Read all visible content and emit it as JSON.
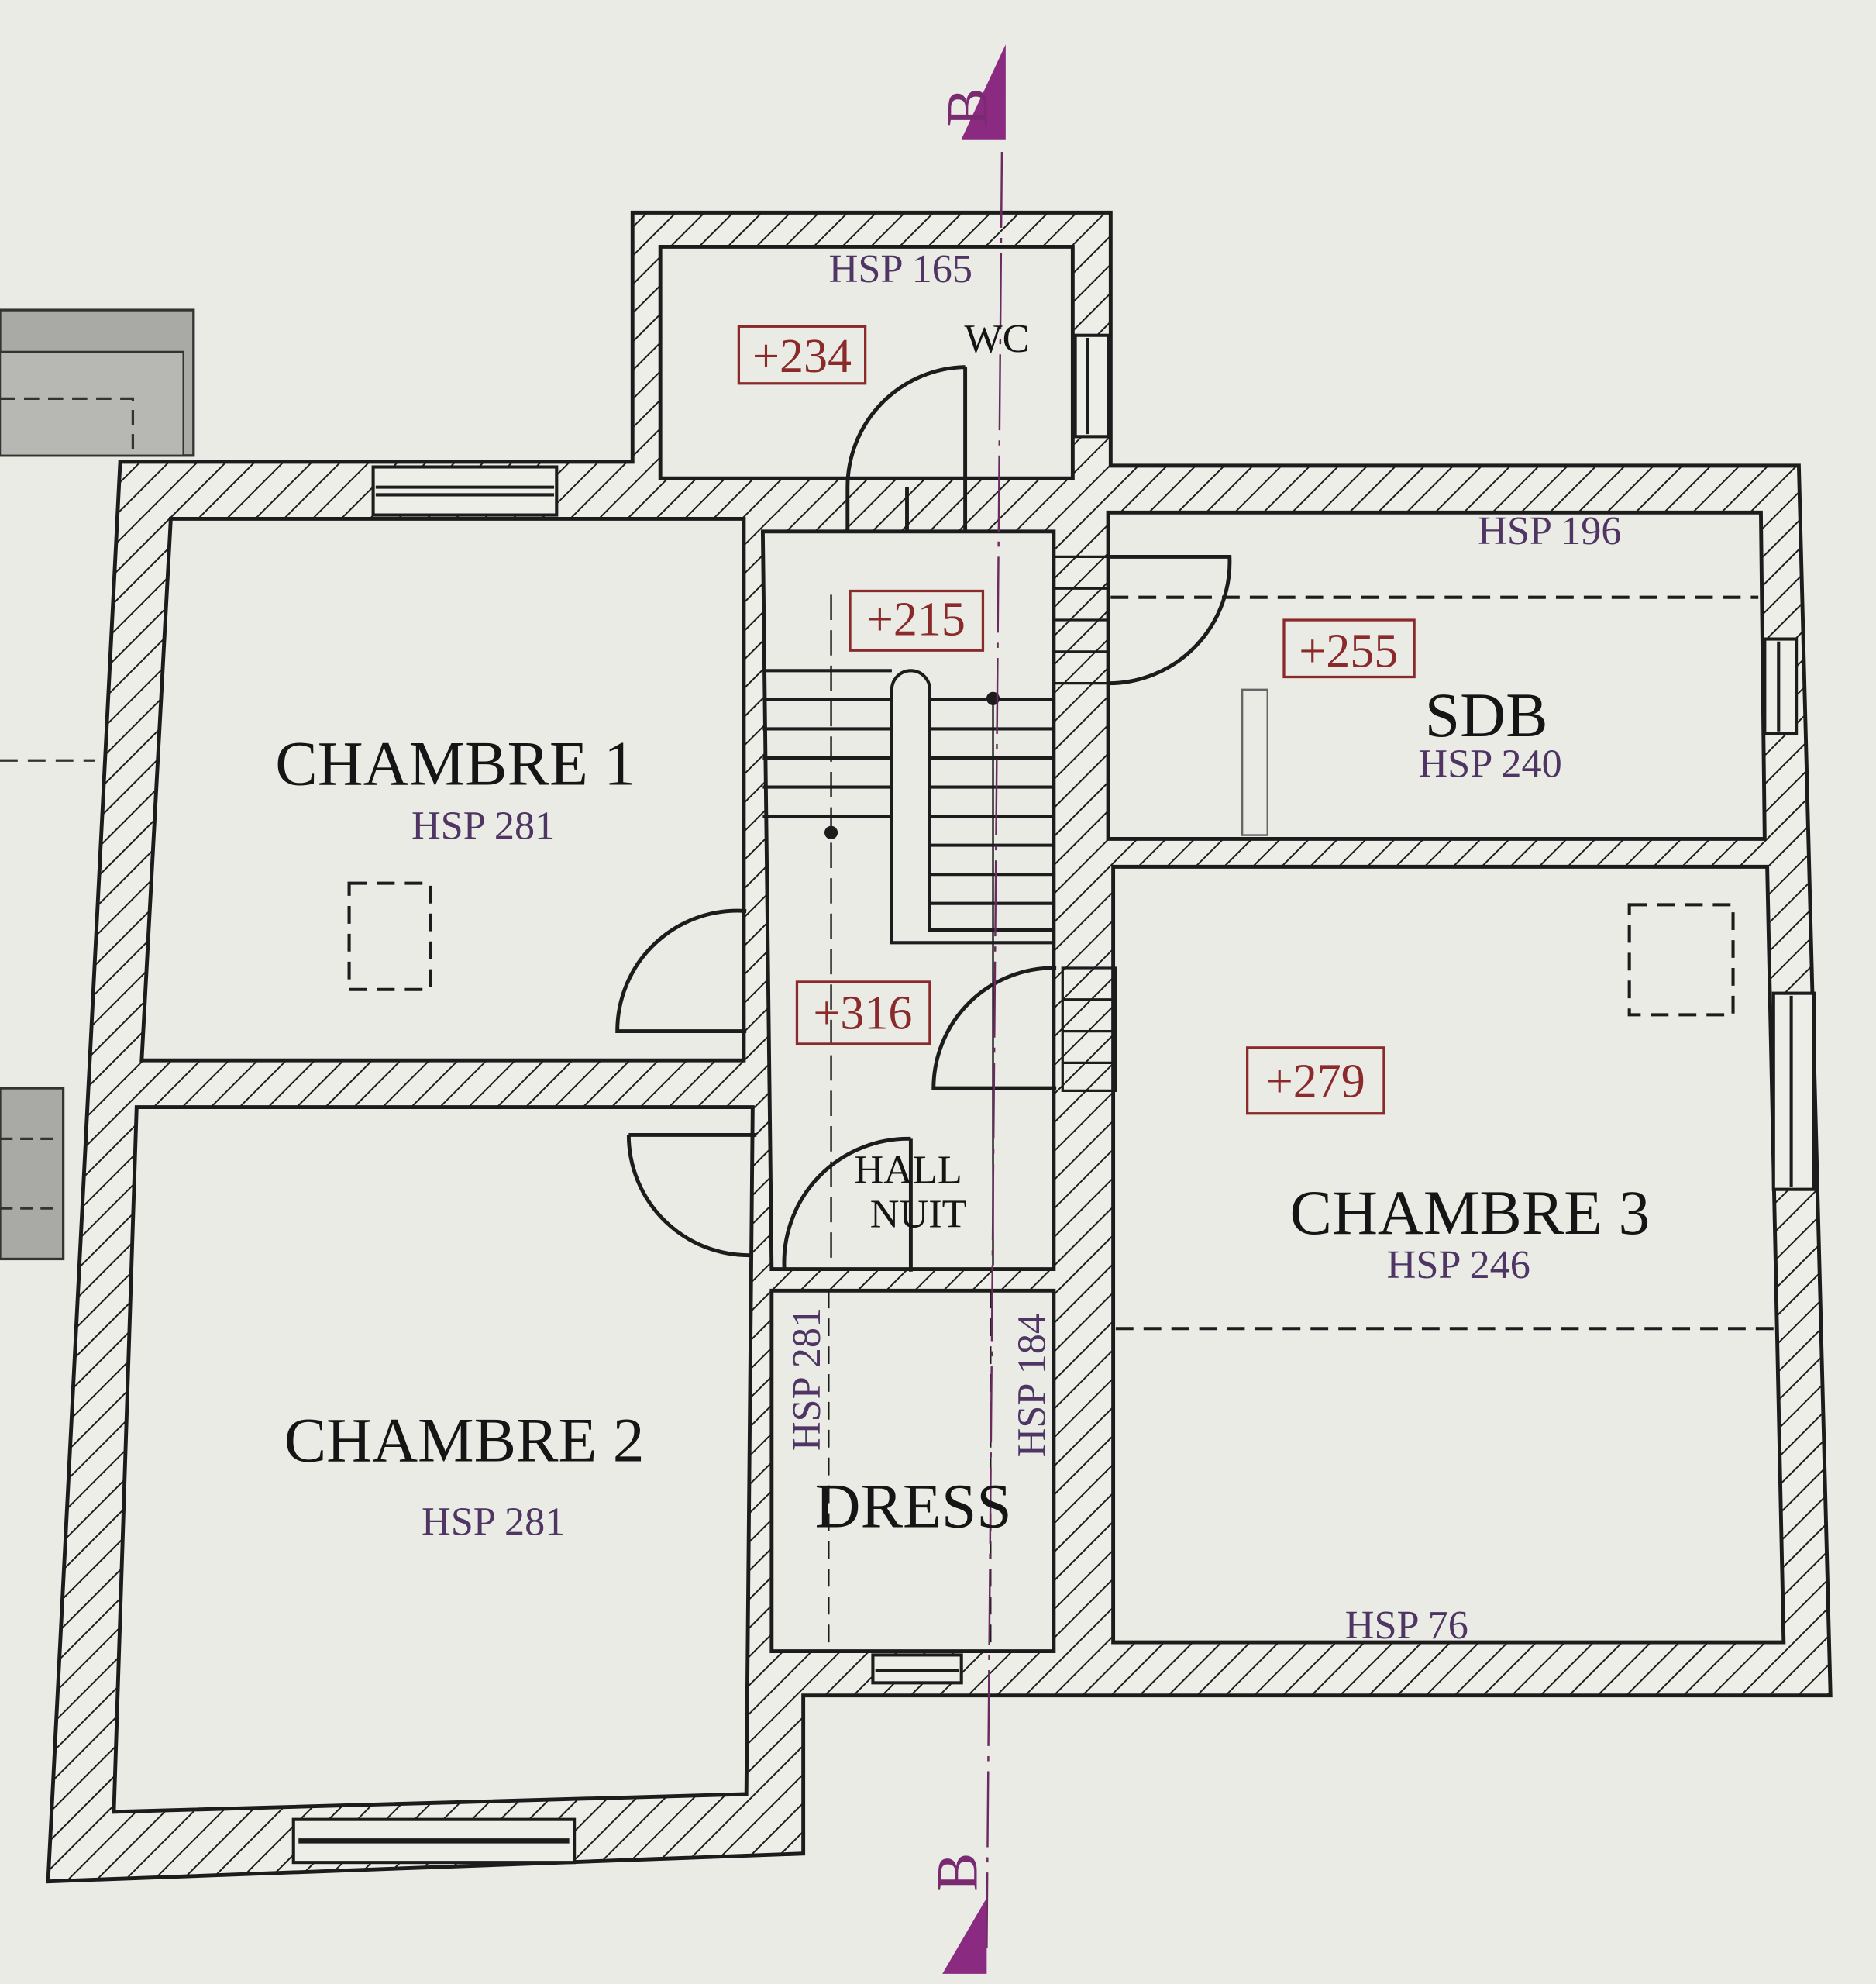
{
  "colors": {
    "paper": "#e9ebe4",
    "wall_line": "#1c1c1c",
    "hsp_text": "#4e3563",
    "elevation_text": "#8a2a2a",
    "section_mark": "#8a2a80"
  },
  "section": {
    "top_label": "B",
    "bottom_label": "B"
  },
  "rooms": {
    "wc": {
      "name": "WC",
      "hsp": "HSP 165",
      "elevation": "+234"
    },
    "chambre1": {
      "name": "CHAMBRE 1",
      "hsp": "HSP 281"
    },
    "chambre2": {
      "name": "CHAMBRE 2",
      "hsp": "HSP 281"
    },
    "hall": {
      "name_line1": "HALL",
      "name_line2": "NUIT",
      "elevation_stairs": "+215",
      "elevation": "+316"
    },
    "sdb": {
      "name": "SDB",
      "hsp_top": "HSP 196",
      "hsp": "HSP 240",
      "elevation": "+255"
    },
    "chambre3": {
      "name": "CHAMBRE 3",
      "hsp": "HSP 246",
      "hsp_bottom": "HSP 76",
      "elevation": "+279"
    },
    "dress": {
      "name": "DRESS",
      "hsp_left": "HSP 281",
      "hsp_right": "HSP 184"
    }
  }
}
